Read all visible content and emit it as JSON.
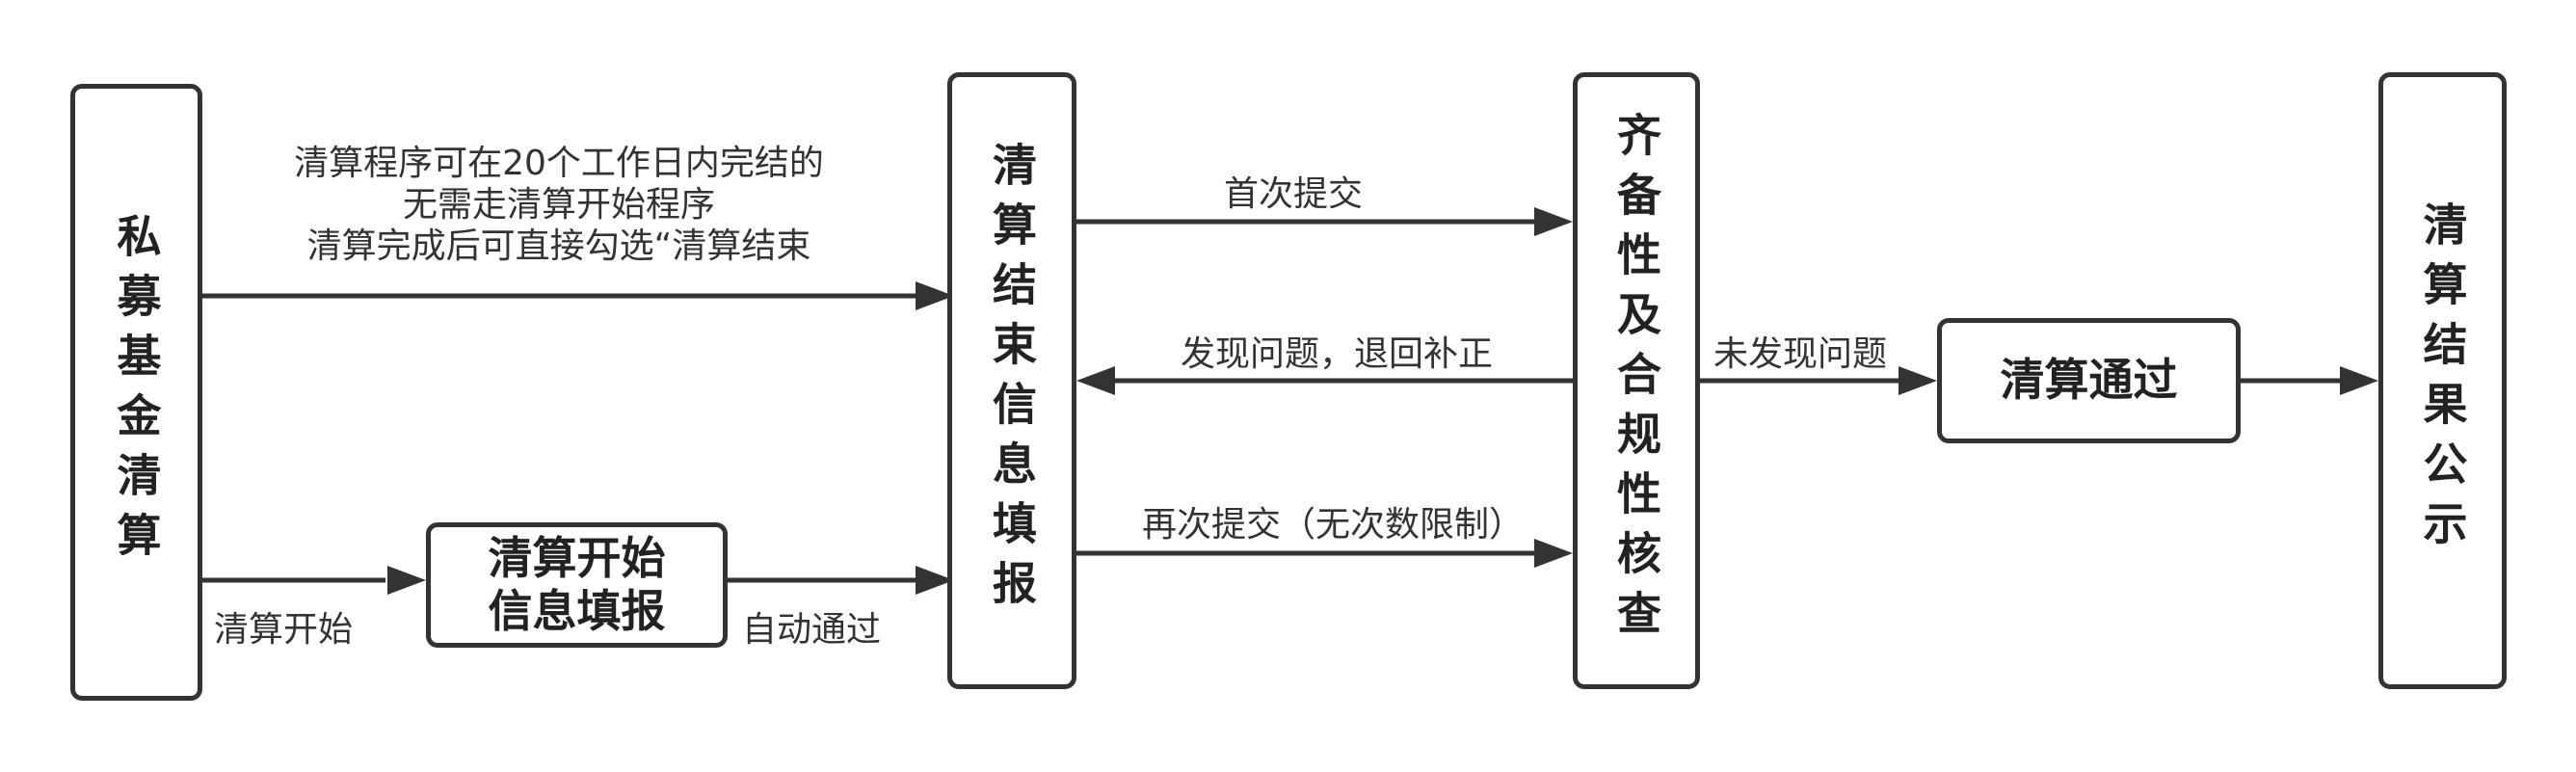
{
  "boxes": {
    "private_fund": "私募基金清算",
    "start_info": [
      "清算开始",
      "信息填报"
    ],
    "end_info": "清算结束信息填报",
    "compliance": "齐备性及合规性核查",
    "pass": "清算通过",
    "publish": "清算结果公示"
  },
  "labels": {
    "note": [
      "清算程序可在20个工作日内完结的",
      "无需走清算开始程序",
      "清算完成后可直接勾选“清算结束"
    ],
    "start": "清算开始",
    "auto_pass": "自动通过",
    "first_submit": "首次提交",
    "return": "发现问题，退回补正",
    "resubmit": "再次提交（无次数限制）",
    "no_issue": "未发现问题"
  },
  "colors": {
    "stroke": "#333333",
    "text": "#222222",
    "background": "#ffffff"
  }
}
